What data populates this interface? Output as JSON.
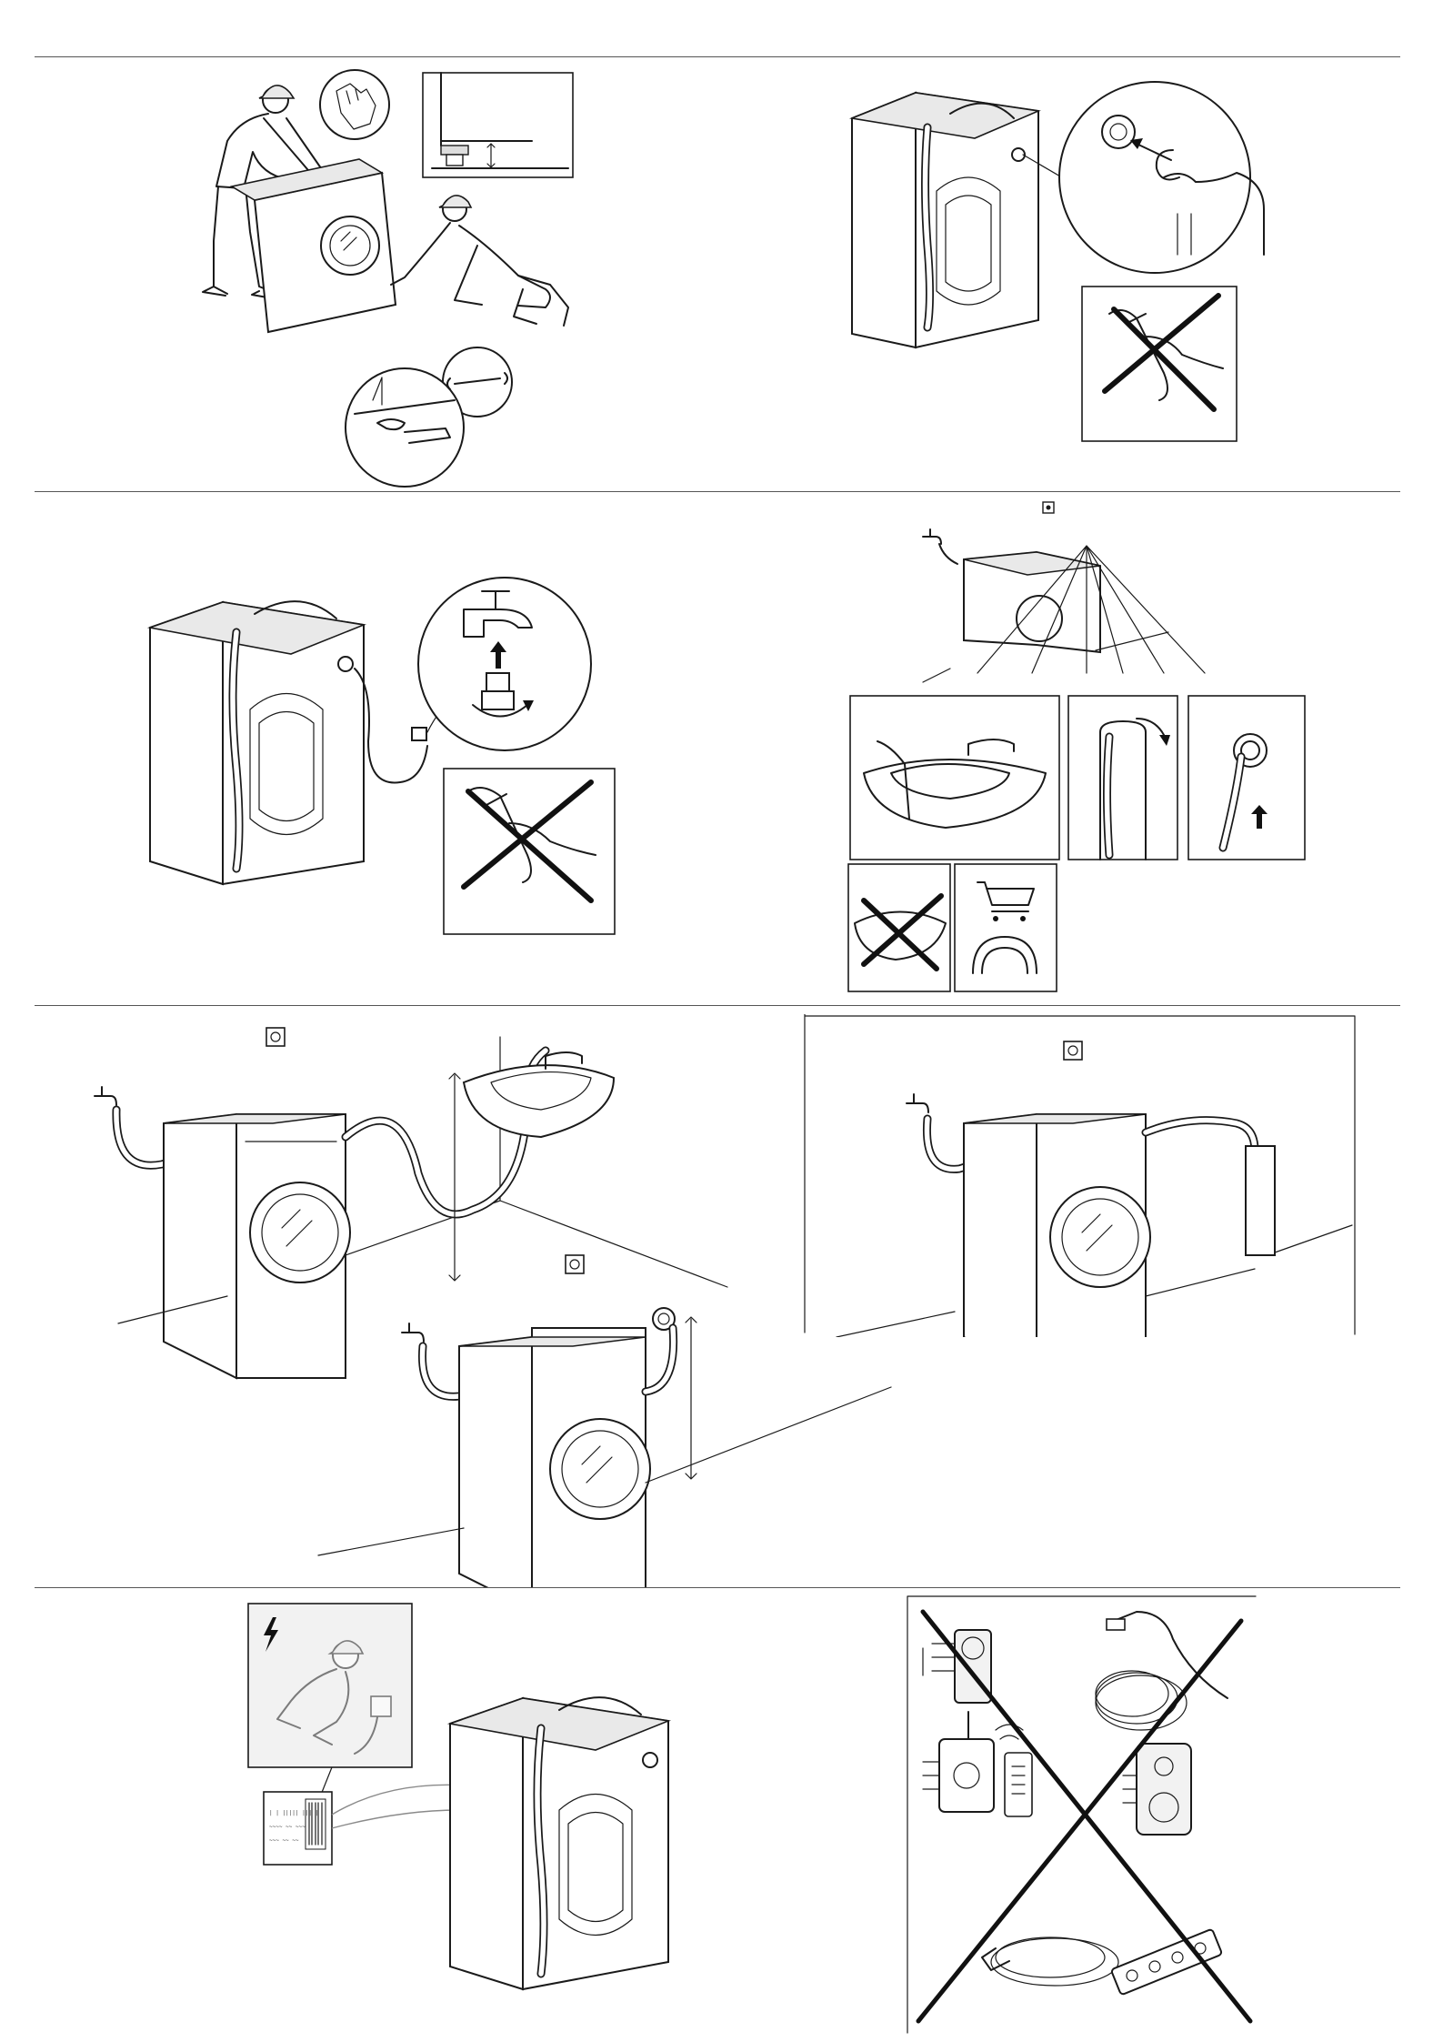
{
  "document": {
    "type": "wordless installation instructions",
    "sections": [
      {
        "id": "leveling",
        "icons": [
          "worker-icon",
          "gloves-icon",
          "wrench-icon",
          "foot-height-inset"
        ]
      },
      {
        "id": "remove-transport-bolt",
        "icons": [
          "bolt-removal-icon",
          "no-pliers-icon"
        ]
      },
      {
        "id": "connect-inlet-hose",
        "icons": [
          "tap-icon",
          "rotate-arrow-icon",
          "no-pliers-icon"
        ]
      },
      {
        "id": "drain-options",
        "icons": [
          "sink-icon",
          "standpipe-icon",
          "wall-outlet-icon",
          "no-sink-drain-icon",
          "cart-icon",
          "hose-bracket-icon"
        ]
      },
      {
        "id": "drain-height",
        "icons": [
          "socket-icon",
          "sink-icon",
          "wall-outlet-icon",
          "standpipe-icon"
        ]
      },
      {
        "id": "electrical-connection",
        "icons": [
          "lightning-icon",
          "electrician-icon",
          "rating-label-icon"
        ]
      },
      {
        "id": "no-adapters",
        "icons": [
          "multiplug-adapter-icon",
          "extension-reel-icon",
          "timer-plug-icon",
          "remote-socket-icon",
          "power-strip-icon",
          "large-cross-icon"
        ]
      }
    ]
  },
  "rating_label": {
    "lines": [
      "| | ||||| ||| |",
      "~~~~ ~~ ~~~",
      "~~~ ~~ ~~"
    ]
  }
}
